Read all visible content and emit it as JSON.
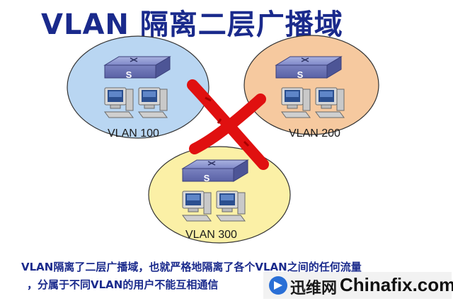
{
  "title": "VLAN 隔离二层广播域",
  "domains": [
    {
      "label": "VLAN 100",
      "switch_letter": "S",
      "color": "#b9d6f2"
    },
    {
      "label": "VLAN 200",
      "switch_letter": "S",
      "color": "#f6c99f"
    },
    {
      "label": "VLAN 300",
      "switch_letter": "S",
      "color": "#fbf0a6"
    }
  ],
  "cross_color": "#e01010",
  "caption": {
    "line1_parts": [
      "VLAN",
      "隔离了二层广播域，也就严格地隔离了各个",
      "VLAN",
      "之间的任何流量"
    ],
    "line2_parts": [
      "，分属于不同",
      "VLAN",
      "的用户不能互相通信"
    ]
  },
  "watermark": {
    "brand_cn": "迅维网",
    "brand_en": "Chinafix.com"
  }
}
